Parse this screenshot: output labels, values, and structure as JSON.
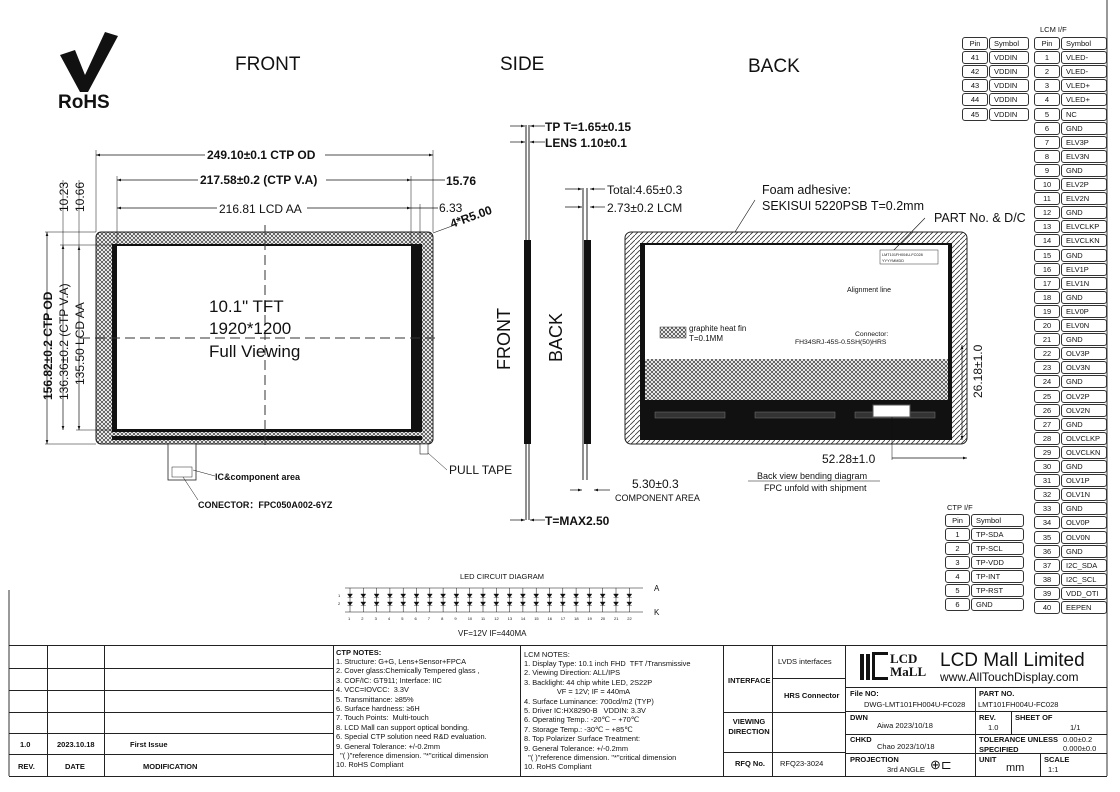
{
  "views": {
    "front": "FRONT",
    "side": "SIDE",
    "back": "BACK"
  },
  "logo": {
    "rohs": "RoHS"
  },
  "front_view": {
    "dim_ctp_od_w": "249.10±0.1 CTP OD",
    "dim_ctp_va_w": "217.58±0.2 (CTP V.A)",
    "dim_lcd_aa_w": "216.81 LCD AA",
    "dim_right_1": "15.76",
    "dim_right_2": "6.33",
    "radius": "4*R5.00",
    "dim_top_1": "10.23",
    "dim_top_2": "10.66",
    "dim_ctp_od_h": "156.82±0.2 CTP OD",
    "dim_ctp_va_h": "136.36±0.2 (CTP V.A)",
    "dim_lcd_aa_h": "135.50 LCD AA",
    "center_line1": "10.1\" TFT",
    "center_line2": "1920*1200",
    "center_line3": "Full Viewing",
    "ic_area": "IC&component area",
    "connector": "CONECTOR：FPC050A002-6YZ",
    "pull_tape": "PULL TAPE"
  },
  "side_view": {
    "tp": "TP  T=1.65±0.15",
    "lens": "LENS 1.10±0.1",
    "total": "Total:4.65±0.3",
    "lcm": "2.73±0.2 LCM",
    "front_label": "FRONT",
    "back_label": "BACK",
    "component": "5.30±0.3",
    "component_label": "COMPONENT AREA",
    "tmax": "T=MAX2.50"
  },
  "back_view": {
    "foam1": "Foam adhesive:",
    "foam2": "SEKISUI 5220PSB T=0.2mm",
    "part_dc": "PART No. & D/C",
    "label_line1": "LMT101FH004U-FC028",
    "label_line2": "YYYYMMDD",
    "alignment": "Alignment line",
    "graphite1": "graphite heat fin",
    "graphite2": "T=0.1MM",
    "connector1": "Connector:",
    "connector2": "FH34SRJ-45S-0.5SH(50)HRS",
    "dim_h": "26.18±1.0",
    "dim_w": "52.28±1.0",
    "bend1": "Back view bending diagram",
    "bend2": "FPC unfold with shipment"
  },
  "lcm_if": {
    "title": "LCM I/F",
    "pin_header": "Pin",
    "symbol_header": "Symbol",
    "rows": [
      [
        "1",
        "VLED-"
      ],
      [
        "2",
        "VLED-"
      ],
      [
        "3",
        "VLED+"
      ],
      [
        "4",
        "VLED+"
      ],
      [
        "5",
        "NC"
      ],
      [
        "6",
        "GND"
      ],
      [
        "7",
        "ELV3P"
      ],
      [
        "8",
        "ELV3N"
      ],
      [
        "9",
        "GND"
      ],
      [
        "10",
        "ELV2P"
      ],
      [
        "11",
        "ELV2N"
      ],
      [
        "12",
        "GND"
      ],
      [
        "13",
        "ELVCLKP"
      ],
      [
        "14",
        "ELVCLKN"
      ],
      [
        "15",
        "GND"
      ],
      [
        "16",
        "ELV1P"
      ],
      [
        "17",
        "ELV1N"
      ],
      [
        "18",
        "GND"
      ],
      [
        "19",
        "ELV0P"
      ],
      [
        "20",
        "ELV0N"
      ],
      [
        "21",
        "GND"
      ],
      [
        "22",
        "OLV3P"
      ],
      [
        "23",
        "OLV3N"
      ],
      [
        "24",
        "GND"
      ],
      [
        "25",
        "OLV2P"
      ],
      [
        "26",
        "OLV2N"
      ],
      [
        "27",
        "GND"
      ],
      [
        "28",
        "OLVCLKP"
      ],
      [
        "29",
        "OLVCLKN"
      ],
      [
        "30",
        "GND"
      ],
      [
        "31",
        "OLV1P"
      ],
      [
        "32",
        "OLV1N"
      ],
      [
        "33",
        "GND"
      ],
      [
        "34",
        "OLV0P"
      ],
      [
        "35",
        "OLV0N"
      ],
      [
        "36",
        "GND"
      ],
      [
        "37",
        "I2C_SDA"
      ],
      [
        "38",
        "I2C_SCL"
      ],
      [
        "39",
        "VDD_OTI"
      ],
      [
        "40",
        "EEPEN"
      ]
    ],
    "extra_rows": [
      [
        "41",
        "VDDIN"
      ],
      [
        "42",
        "VDDIN"
      ],
      [
        "43",
        "VDDIN"
      ],
      [
        "44",
        "VDDIN"
      ],
      [
        "45",
        "VDDIN"
      ]
    ]
  },
  "ctp_if": {
    "title": "CTP I/F",
    "pin_header": "Pin",
    "symbol_header": "Symbol",
    "rows": [
      [
        "1",
        "TP-SDA"
      ],
      [
        "2",
        "TP-SCL"
      ],
      [
        "3",
        "TP-VDD"
      ],
      [
        "4",
        "TP-INT"
      ],
      [
        "5",
        "TP-RST"
      ],
      [
        "6",
        "GND"
      ]
    ]
  },
  "led_circuit": {
    "title": "LED CIRCUIT DIAGRAM",
    "anode": "A",
    "cathode": "K",
    "row_labels": [
      "1",
      "2"
    ],
    "columns": 22,
    "spec": "VF=12V  IF=440MA"
  },
  "revision_table": {
    "rows": [
      {
        "rev": "1.0",
        "date": "2023.10.18",
        "modification": "First Issue"
      }
    ],
    "headers": {
      "rev": "REV.",
      "date": "DATE",
      "modification": "MODIFICATION"
    }
  },
  "ctp_notes": {
    "title": "CTP NOTES:",
    "body": "1. Structure: G+G, Lens+Sensor+FPCA\n2. Cover glass:Chemically Tempered glass ,\n3. COF/IC: GT911; Interface: IIC\n4. VCC=IOVCC:  3.3V\n5. Transmittance: ≥85%\n6. Surface hardness: ≥6H\n7. Touch Points:  Multi-touch\n8. LCD Mall can support optical bonding.\n6. Special CTP solution need R&D evaluation.\n9. General Tolerance: +/-0.2mm\n  \"( )\"reference dimension. \"*\"critical dimension\n10. RoHS Compliant"
  },
  "lcm_notes": {
    "title": "LCM NOTES:",
    "body": "1. Display Type: 10.1 inch FHD  TFT /Transmissive\n2. Viewing Direction: ALL/IPS\n3. Backlight: 44 chip white LED, 2S22P\n                VF = 12V; IF = 440mA\n4. Surface Luminance: 700cd/m2 (TYP)\n5. Driver IC:HX8290-B   VDDIN: 3.3V\n6. Operating Temp.: -20℃ ~ +70℃\n7. Storage Temp.: -30℃ ~ +85℃\n8. Top Polarizer Surface Treatment:\n9. General Tolerance: +/-0.2mm\n  \"( )\"reference dimension. \"*\"critical dimension\n10. RoHS Compliant"
  },
  "title_block": {
    "interface_label": "INTERFACE",
    "interface_value1": "LVDS interfaces",
    "interface_value2": "HRS Connector",
    "viewing_label": "VIEWING DIRECTION",
    "viewing_value": "",
    "rfq_label": "RFQ No.",
    "rfq_value": "RFQ23-3024",
    "company_logo": "LCD MaLL",
    "company": "LCD Mall Limited",
    "website": "www.AllTouchDisplay.com",
    "file_no_label": "File NO:",
    "file_no": "DWG-LMT101FH004U-FC028",
    "part_no_label": "PART NO.",
    "part_no": "LMT101FH004U-FC028",
    "dwn_label": "DWN",
    "dwn": "Aiwa 2023/10/18",
    "rev_label": "REV.",
    "rev": "1.0",
    "sheet_label": "SHEET OF",
    "sheet": "1/1",
    "chkd_label": "CHKD",
    "chkd": "Chao 2023/10/18",
    "tolerance_label1": "TOLERANCE UNLESS",
    "tolerance_label2": "SPECIFIED",
    "tolerance1": "0.00±0.2",
    "tolerance2": "0.000±0.0",
    "projection_label": "PROJECTION",
    "projection": "3rd ANGLE",
    "unit_label": "UNIT",
    "unit": "mm",
    "scale_label": "SCALE",
    "scale": "1:1"
  }
}
